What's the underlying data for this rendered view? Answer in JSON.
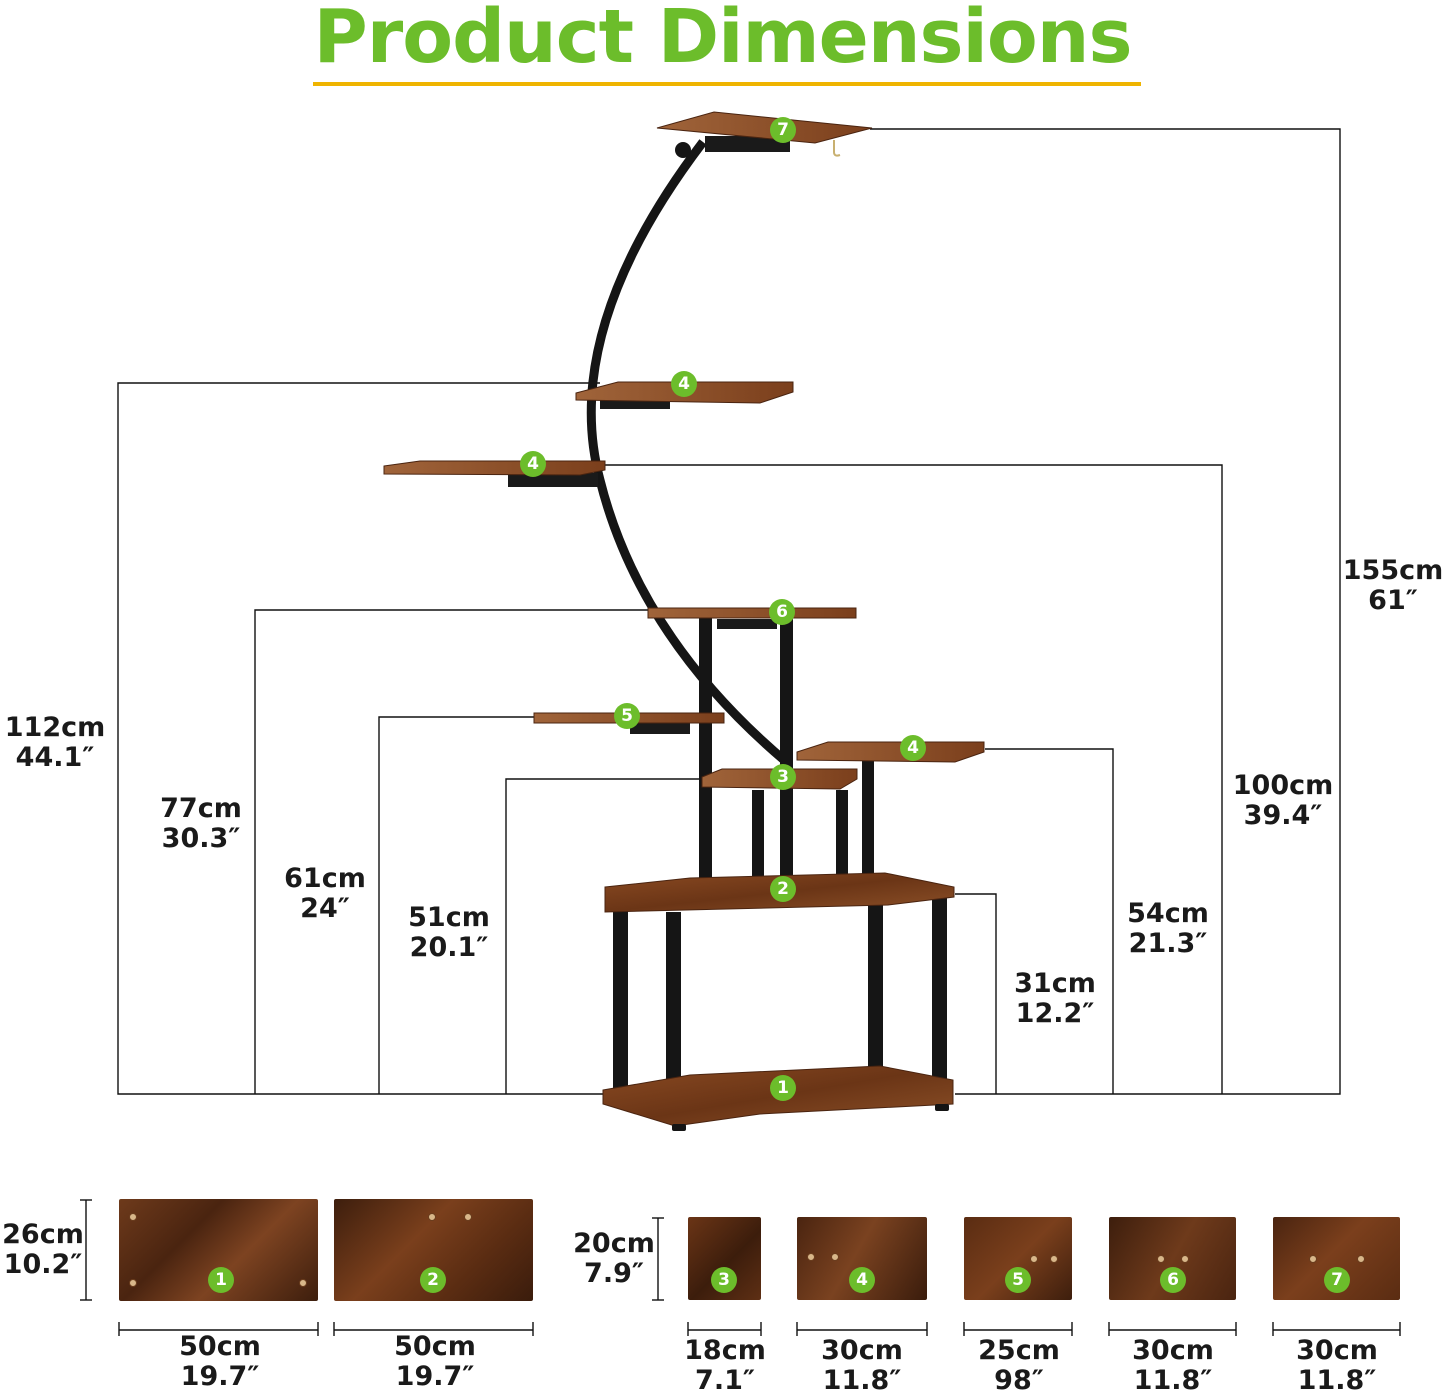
{
  "title": "Product Dimensions",
  "colors": {
    "accent_green": "#6cbd2b",
    "title_rule": "#efb400",
    "wood": "#7a3f1c",
    "frame": "#141414"
  },
  "shelf_numbers": [
    "7",
    "4",
    "4",
    "6",
    "5",
    "4",
    "3",
    "2",
    "1"
  ],
  "heights": [
    {
      "cm": "155cm",
      "in": "61″"
    },
    {
      "cm": "112cm",
      "in": "44.1″"
    },
    {
      "cm": "100cm",
      "in": "39.4″"
    },
    {
      "cm": "77cm",
      "in": "30.3″"
    },
    {
      "cm": "61cm",
      "in": "24″"
    },
    {
      "cm": "51cm",
      "in": "20.1″"
    },
    {
      "cm": "54cm",
      "in": "21.3″"
    },
    {
      "cm": "31cm",
      "in": "12.2″"
    }
  ],
  "boards_large": {
    "depth": {
      "cm": "26cm",
      "in": "10.2″"
    },
    "items": [
      {
        "num": "1",
        "cm": "50cm",
        "in": "19.7″"
      },
      {
        "num": "2",
        "cm": "50cm",
        "in": "19.7″"
      }
    ]
  },
  "boards_small": {
    "depth": {
      "cm": "20cm",
      "in": "7.9″"
    },
    "items": [
      {
        "num": "3",
        "cm": "18cm",
        "in": "7.1″"
      },
      {
        "num": "4",
        "cm": "30cm",
        "in": "11.8″"
      },
      {
        "num": "5",
        "cm": "25cm",
        "in": "98″"
      },
      {
        "num": "6",
        "cm": "30cm",
        "in": "11.8″"
      },
      {
        "num": "7",
        "cm": "30cm",
        "in": "11.8″"
      }
    ]
  }
}
